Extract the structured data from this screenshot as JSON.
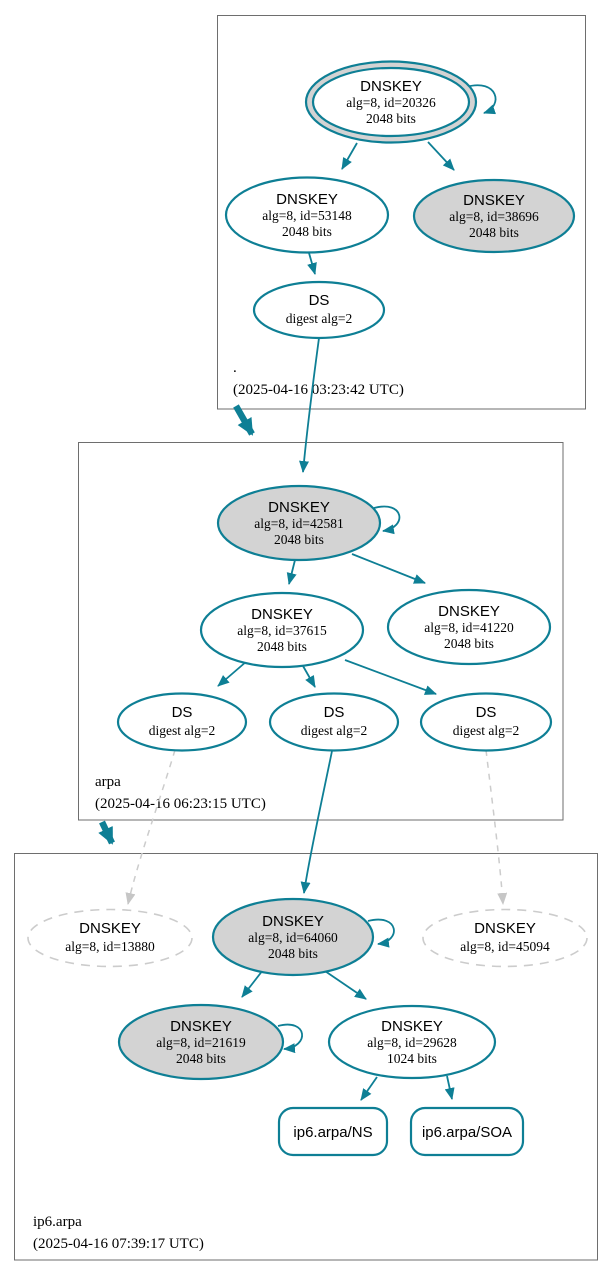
{
  "colors": {
    "secure_teal": "#0e7f95",
    "insecure_gray": "#cccccc",
    "key_fill_gray": "#d3d3d3",
    "node_fill": "#ffffff",
    "box_border": "#6e6e6e",
    "text": "#000000"
  },
  "zones": [
    {
      "label": ".",
      "timestamp": "(2025-04-16 03:23:42 UTC)",
      "nodes": {
        "key20326": {
          "title": "DNSKEY",
          "detail": "alg=8, id=20326",
          "bits": "2048 bits"
        },
        "key53148": {
          "title": "DNSKEY",
          "detail": "alg=8, id=53148",
          "bits": "2048 bits"
        },
        "key38696": {
          "title": "DNSKEY",
          "detail": "alg=8, id=38696",
          "bits": "2048 bits"
        },
        "ds": {
          "title": "DS",
          "detail": "digest alg=2"
        }
      }
    },
    {
      "label": "arpa",
      "timestamp": "(2025-04-16 06:23:15 UTC)",
      "nodes": {
        "key42581": {
          "title": "DNSKEY",
          "detail": "alg=8, id=42581",
          "bits": "2048 bits"
        },
        "key37615": {
          "title": "DNSKEY",
          "detail": "alg=8, id=37615",
          "bits": "2048 bits"
        },
        "key41220": {
          "title": "DNSKEY",
          "detail": "alg=8, id=41220",
          "bits": "2048 bits"
        },
        "ds1": {
          "title": "DS",
          "detail": "digest alg=2"
        },
        "ds2": {
          "title": "DS",
          "detail": "digest alg=2"
        },
        "ds3": {
          "title": "DS",
          "detail": "digest alg=2"
        }
      }
    },
    {
      "label": "ip6.arpa",
      "timestamp": "(2025-04-16 07:39:17 UTC)",
      "nodes": {
        "key13880": {
          "title": "DNSKEY",
          "detail": "alg=8, id=13880"
        },
        "key64060": {
          "title": "DNSKEY",
          "detail": "alg=8, id=64060",
          "bits": "2048 bits"
        },
        "key45094": {
          "title": "DNSKEY",
          "detail": "alg=8, id=45094"
        },
        "key21619": {
          "title": "DNSKEY",
          "detail": "alg=8, id=21619",
          "bits": "2048 bits"
        },
        "key29628": {
          "title": "DNSKEY",
          "detail": "alg=8, id=29628",
          "bits": "1024 bits"
        },
        "ns": {
          "label": "ip6.arpa/NS"
        },
        "soa": {
          "label": "ip6.arpa/SOA"
        }
      }
    }
  ]
}
